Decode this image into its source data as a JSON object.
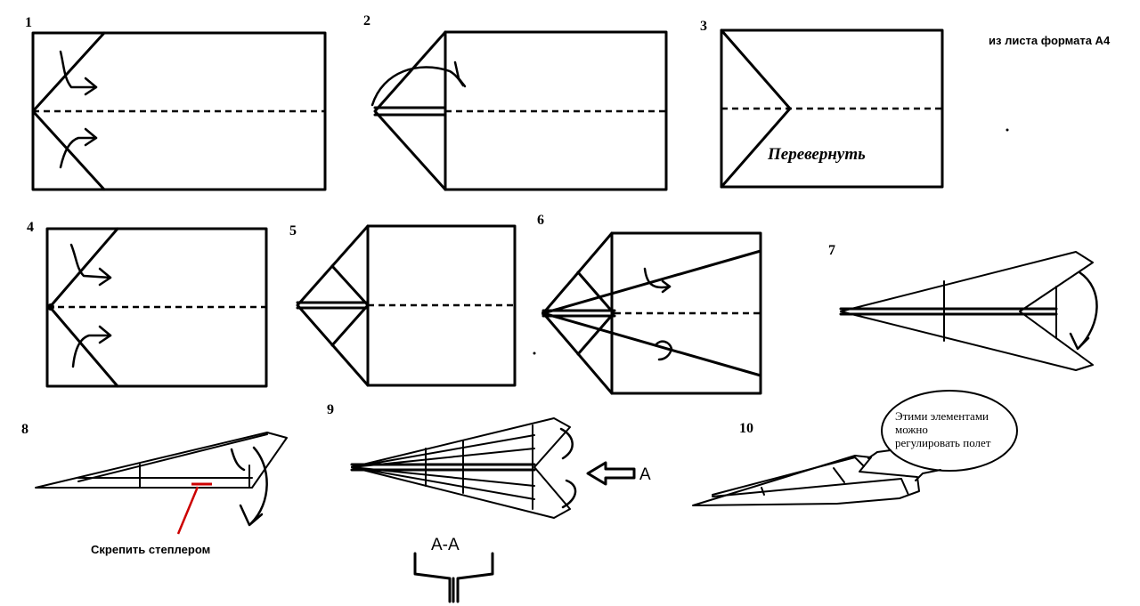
{
  "steps": [
    "1",
    "2",
    "3",
    "4",
    "5",
    "6",
    "7",
    "8",
    "9",
    "10"
  ],
  "header_note": "из листа формата А4",
  "flip_label": "Перевернуть",
  "staple_label": "Скрепить степлером",
  "view_arrow_label": "А",
  "section_label": "А-А",
  "bubble_lines": [
    "Этими элементами",
    "можно",
    "регулировать полет"
  ],
  "colors": {
    "line": "#000000",
    "staple_mark": "#cc0000",
    "background": "#ffffff"
  }
}
